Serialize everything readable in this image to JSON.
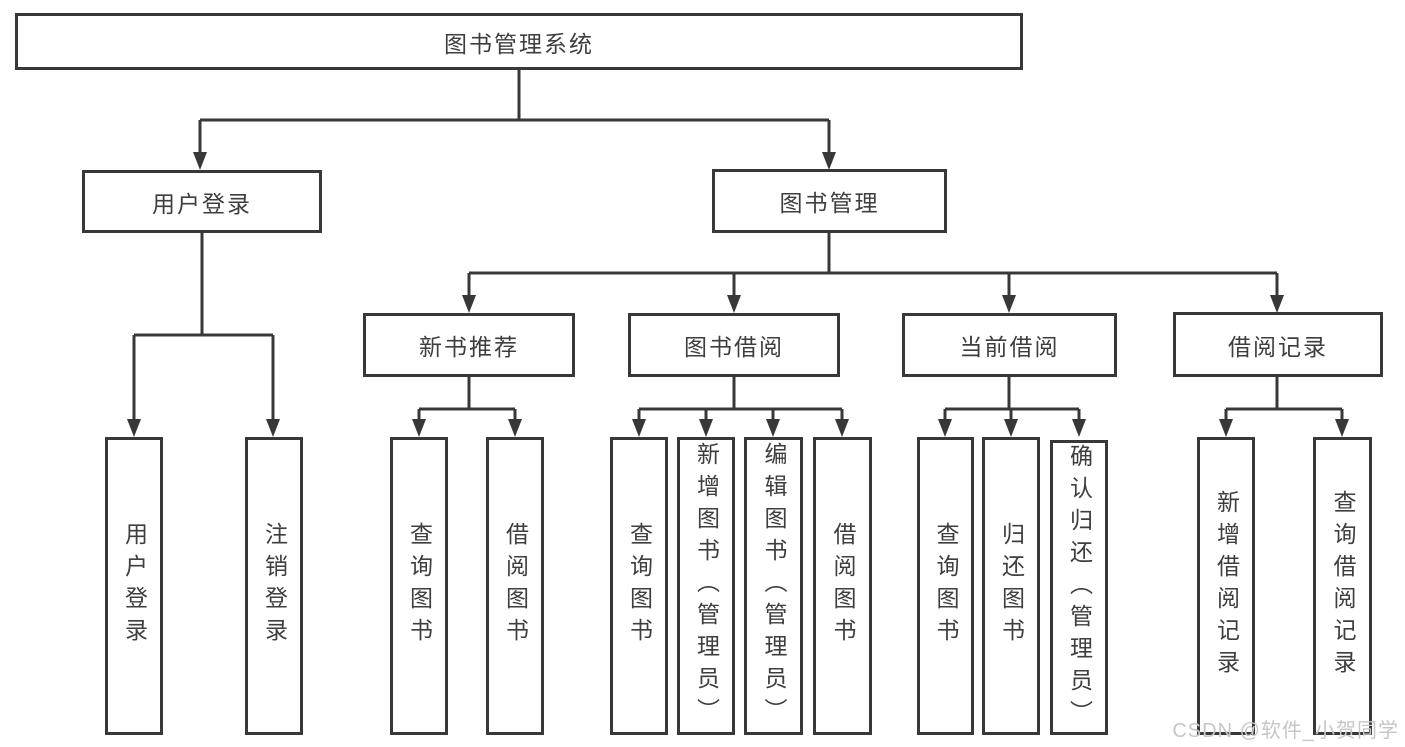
{
  "colors": {
    "line": "#383838",
    "box_border": "#383838",
    "text": "#3e3e3e",
    "background": "#ffffff",
    "watermark": "#c6c6c6"
  },
  "watermark": {
    "text": "CSDN @软件_小贺同学"
  },
  "diagram": {
    "type": "hierarchy-tree",
    "root": {
      "label": "图书管理系统"
    },
    "branches": [
      {
        "label": "用户登录",
        "leaves": [
          "用户登录",
          "注销登录"
        ]
      },
      {
        "label": "图书管理",
        "groups": [
          {
            "label": "新书推荐",
            "leaves": [
              "查询图书",
              "借阅图书"
            ]
          },
          {
            "label": "图书借阅",
            "leaves": [
              "查询图书",
              "新增图书（管理员）",
              "编辑图书（管理员）",
              "借阅图书"
            ]
          },
          {
            "label": "当前借阅",
            "leaves": [
              "查询图书",
              "归还图书",
              "确认归还（管理员）"
            ]
          },
          {
            "label": "借阅记录",
            "leaves": [
              "新增借阅记录",
              "查询借阅记录"
            ]
          }
        ]
      }
    ]
  }
}
